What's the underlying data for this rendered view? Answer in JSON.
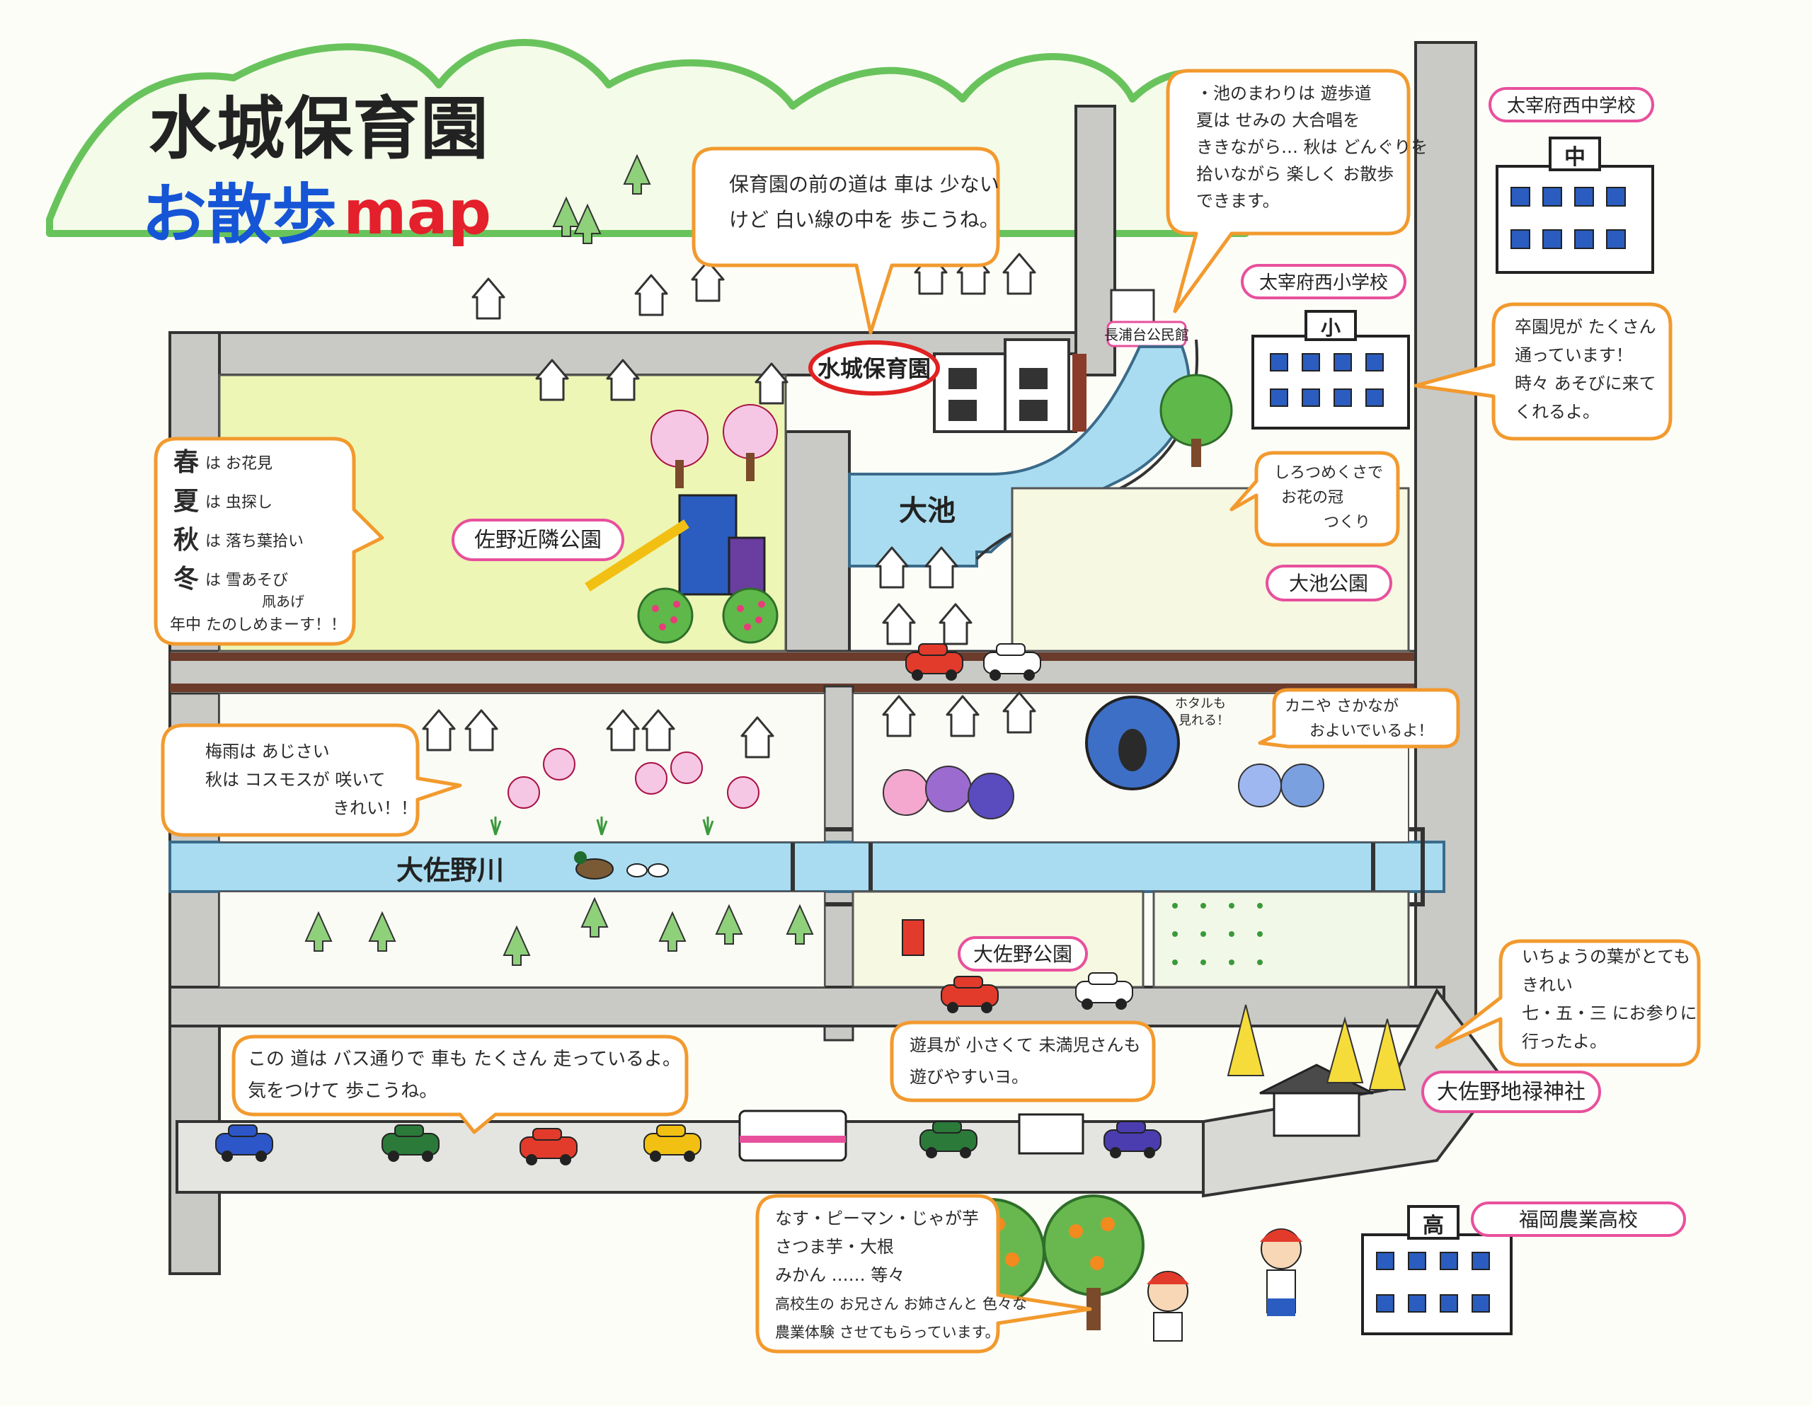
{
  "title": {
    "name": "水城保育園",
    "subtitle_kana": "お散歩",
    "subtitle_en": "map"
  },
  "colors": {
    "road": "#c9c9c6",
    "road_dark": "#6b3b2c",
    "water": "#a9dcf0",
    "grass": "#eef6b5",
    "hill": "#9ed58a",
    "orange_bubble": "#f29a2e",
    "pink_label": "#e8509c",
    "red_label": "#e02222",
    "title_blue": "#1555d6",
    "title_red": "#e3202b"
  },
  "places": {
    "nursery_sign": "水城保育園",
    "community_hall": "長浦台公民館",
    "big_pond": "大池",
    "sano_park": "佐野近隣公園",
    "oike_park": "大池公園",
    "river": "大佐野川",
    "osano_park": "大佐野公園",
    "shrine": "大佐野地禄神社",
    "junior_high": "太宰府西中学校",
    "junior_high_mark": "中",
    "elementary": "太宰府西小学校",
    "elementary_mark": "小",
    "high_school": "福岡農業高校",
    "high_school_mark": "高"
  },
  "bubbles": {
    "front_road": [
      "保育園の前の道は 車は 少ない",
      "けど 白い線の中を 歩こうね。"
    ],
    "pond_walk": [
      "・池のまわりは 遊歩道",
      "夏は せみの 大合唱を",
      "ききながら… 秋は どんぐりを",
      "拾いながら 楽しく お散歩",
      "できます。"
    ],
    "graduates": [
      "卒園児が たくさん",
      "通っています！",
      "時々 あそびに来て",
      "くれるよ。"
    ],
    "crown": [
      "しろつめくさで",
      "お花の冠",
      "つくり"
    ],
    "fireflies": [
      "ホタルも",
      "見れる！"
    ],
    "crabs": [
      "カニや さかなが",
      "およいでいるよ！"
    ],
    "ginkgo": [
      "いちょうの葉がとても",
      "きれい",
      "七・五・三 にお参りに",
      "行ったよ。"
    ],
    "bus_road": [
      "この 道は バス通りで 車も たくさん 走っているよ。",
      "気をつけて 歩こうね。"
    ],
    "playground": [
      "遊具が 小さくて 未満児さんも",
      "遊びやすいヨ。"
    ],
    "flowers": [
      "梅雨は あじさい",
      "秋は コスモスが 咲いて",
      "きれい！！"
    ],
    "farm": [
      "なす・ピーマン・じゃが芋",
      "さつま芋・大根",
      "みかん …… 等々",
      "高校生の お兄さん お姉さんと 色々な",
      "農業体験 させてもらっています。"
    ]
  },
  "seasons": {
    "spring_char": "春",
    "spring_text": "は お花見",
    "summer_char": "夏",
    "summer_text": "は 虫探し",
    "autumn_char": "秋",
    "autumn_text": "は 落ち葉拾い",
    "winter_char": "冬",
    "winter_text": "は 雪あそび",
    "winter_text2": "凧あげ",
    "all_year": "年中 たのしめまーす！！"
  }
}
